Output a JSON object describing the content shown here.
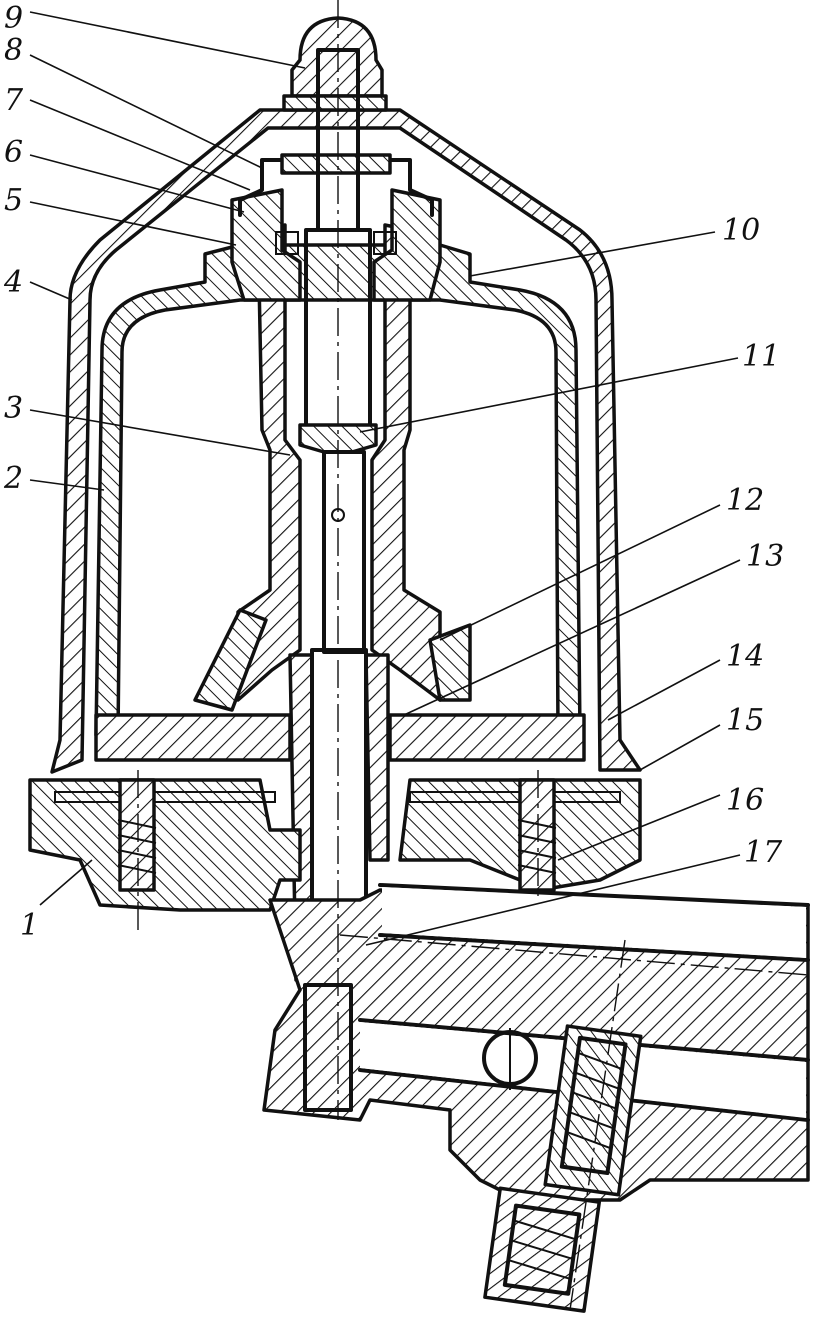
{
  "labels": {
    "l1": "1",
    "l2": "2",
    "l3": "3",
    "l4": "4",
    "l5": "5",
    "l6": "6",
    "l7": "7",
    "l8": "8",
    "l9": "9",
    "l10": "10",
    "l11": "11",
    "l12": "12",
    "l13": "13",
    "l14": "14",
    "l15": "15",
    "l16": "16",
    "l17": "17"
  },
  "colors": {
    "ink": "#111111",
    "paper": "#ffffff"
  }
}
